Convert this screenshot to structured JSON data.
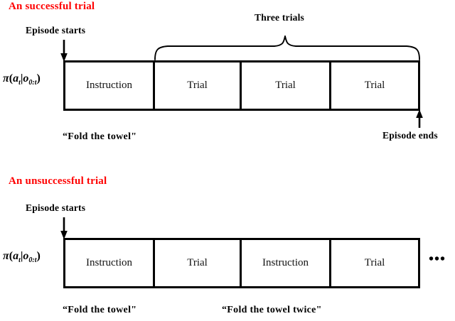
{
  "figure": {
    "sections": [
      {
        "id": "successful",
        "title": "An successful trial",
        "title_color": "#ff0000",
        "policy_label": {
          "pi": "π",
          "open": "(",
          "action": "a",
          "action_sub": "t",
          "bar": "|",
          "obs": "o",
          "obs_sub": "0:t",
          "close": ")"
        },
        "start_label": "Episode starts",
        "end_label": "Episode ends",
        "brace_label": "Three trials",
        "cells": [
          {
            "label": "Instruction",
            "width": 126
          },
          {
            "label": "Trial",
            "width": 122
          },
          {
            "label": "Trial",
            "width": 126
          },
          {
            "label": "Trial",
            "width": 122
          }
        ],
        "captions": [
          {
            "text": "“Fold the towel\""
          }
        ]
      },
      {
        "id": "unsuccessful",
        "title": "An unsuccessful trial",
        "title_color": "#ff0000",
        "policy_label": {
          "pi": "π",
          "open": "(",
          "action": "a",
          "action_sub": "t",
          "bar": "|",
          "obs": "o",
          "obs_sub": "0:t",
          "close": ")"
        },
        "start_label": "Episode starts",
        "cells": [
          {
            "label": "Instruction",
            "width": 126
          },
          {
            "label": "Trial",
            "width": 122
          },
          {
            "label": "Instruction",
            "width": 126
          },
          {
            "label": "Trial",
            "width": 122
          }
        ],
        "captions": [
          {
            "text": "“Fold the towel\""
          },
          {
            "text": "“Fold the towel twice\""
          }
        ],
        "continuation": "•••"
      }
    ],
    "colors": {
      "stroke": "#000000",
      "accent": "#ff0000",
      "background": "#ffffff",
      "text": "#111111"
    }
  }
}
